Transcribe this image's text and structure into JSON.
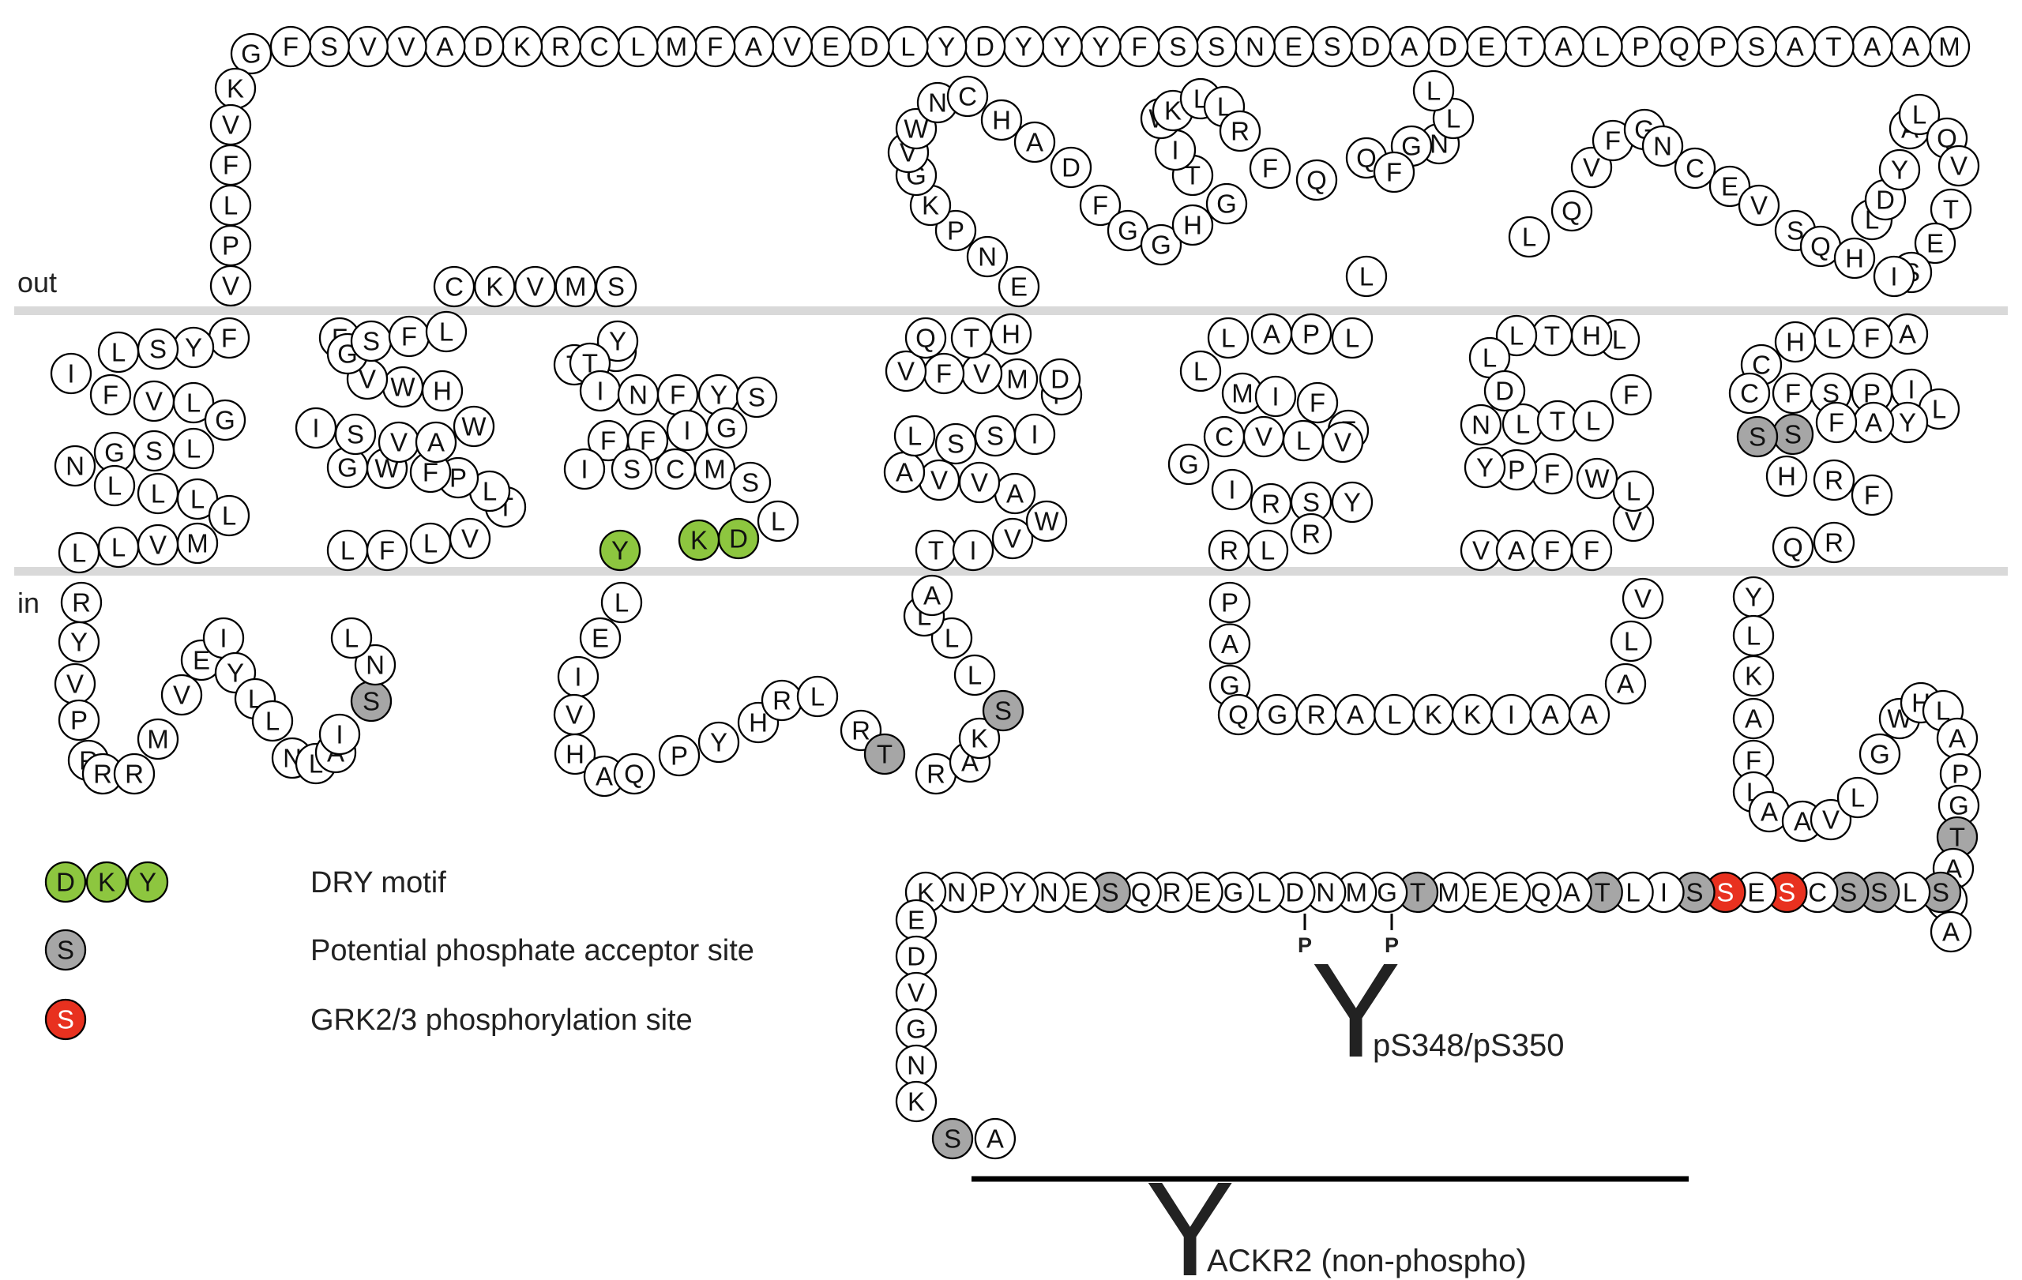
{
  "colors": {
    "background": "#ffffff",
    "residue_fill": "#ffffff",
    "dry_motif": "#8dc63f",
    "phosphate_acceptor": "#a6a6a6",
    "grk_site": "#e8311f",
    "membrane": "#d9d9d9",
    "stroke": "#000000"
  },
  "regions": {
    "out_label": "out",
    "in_label": "in"
  },
  "legend": {
    "dry_letters": [
      "D",
      "K",
      "Y"
    ],
    "dry_label": "DRY motif",
    "acceptor_letter": "S",
    "acceptor_label": "Potential phosphate acceptor site",
    "grk_letter": "S",
    "grk_label": "GRK2/3  phosphorylation site"
  },
  "annotations": {
    "phospho_mark": "P",
    "pS_symbol": "Y",
    "pS_label": "pS348/pS350",
    "ackr2_symbol": "Y",
    "ackr2_label": "ACKR2 (non-phospho)"
  },
  "residues": [
    {
      "aa": "M",
      "t": "n"
    },
    {
      "aa": "A",
      "t": "n"
    },
    {
      "aa": "A",
      "t": "n"
    },
    {
      "aa": "T",
      "t": "n"
    },
    {
      "aa": "A",
      "t": "n"
    },
    {
      "aa": "S",
      "t": "n"
    },
    {
      "aa": "P",
      "t": "n"
    },
    {
      "aa": "Q",
      "t": "n"
    },
    {
      "aa": "P",
      "t": "n"
    },
    {
      "aa": "L",
      "t": "n"
    },
    {
      "aa": "A",
      "t": "n"
    },
    {
      "aa": "T",
      "t": "n"
    },
    {
      "aa": "E",
      "t": "n"
    },
    {
      "aa": "D",
      "t": "n"
    },
    {
      "aa": "A",
      "t": "n"
    },
    {
      "aa": "D",
      "t": "n"
    },
    {
      "aa": "S",
      "t": "n"
    },
    {
      "aa": "E",
      "t": "n"
    },
    {
      "aa": "N",
      "t": "n"
    },
    {
      "aa": "S",
      "t": "n"
    },
    {
      "aa": "S",
      "t": "n"
    },
    {
      "aa": "F",
      "t": "n"
    },
    {
      "aa": "Y",
      "t": "n"
    },
    {
      "aa": "Y",
      "t": "n"
    },
    {
      "aa": "Y",
      "t": "n"
    },
    {
      "aa": "D",
      "t": "n"
    },
    {
      "aa": "Y",
      "t": "n"
    },
    {
      "aa": "L",
      "t": "n"
    },
    {
      "aa": "D",
      "t": "n"
    },
    {
      "aa": "E",
      "t": "n"
    },
    {
      "aa": "V",
      "t": "n"
    },
    {
      "aa": "A",
      "t": "n"
    },
    {
      "aa": "F",
      "t": "n"
    },
    {
      "aa": "M",
      "t": "n"
    },
    {
      "aa": "L",
      "t": "n"
    },
    {
      "aa": "C",
      "t": "n"
    },
    {
      "aa": "R",
      "t": "n"
    },
    {
      "aa": "K",
      "t": "n"
    },
    {
      "aa": "D",
      "t": "n"
    },
    {
      "aa": "A",
      "t": "n"
    },
    {
      "aa": "V",
      "t": "n"
    },
    {
      "aa": "V",
      "t": "n"
    },
    {
      "aa": "S",
      "t": "n"
    },
    {
      "aa": "F",
      "t": "n"
    },
    {
      "aa": "G",
      "t": "n"
    },
    {
      "aa": "K",
      "t": "n"
    },
    {
      "aa": "V",
      "t": "n"
    },
    {
      "aa": "F",
      "t": "n"
    },
    {
      "aa": "L",
      "t": "n"
    },
    {
      "aa": "P",
      "t": "n"
    },
    {
      "aa": "V",
      "t": "n"
    },
    {
      "aa": "F",
      "t": "n"
    },
    {
      "aa": "Y",
      "t": "n"
    },
    {
      "aa": "S",
      "t": "n"
    },
    {
      "aa": "L",
      "t": "n"
    },
    {
      "aa": "I",
      "t": "n"
    },
    {
      "aa": "F",
      "t": "n"
    },
    {
      "aa": "V",
      "t": "n"
    },
    {
      "aa": "L",
      "t": "n"
    },
    {
      "aa": "G",
      "t": "n"
    },
    {
      "aa": "L",
      "t": "n"
    },
    {
      "aa": "S",
      "t": "n"
    },
    {
      "aa": "G",
      "t": "n"
    },
    {
      "aa": "N",
      "t": "n"
    },
    {
      "aa": "L",
      "t": "n"
    },
    {
      "aa": "L",
      "t": "n"
    },
    {
      "aa": "L",
      "t": "n"
    },
    {
      "aa": "L",
      "t": "n"
    },
    {
      "aa": "M",
      "t": "n"
    },
    {
      "aa": "V",
      "t": "n"
    },
    {
      "aa": "L",
      "t": "n"
    },
    {
      "aa": "L",
      "t": "n"
    },
    {
      "aa": "R",
      "t": "n"
    },
    {
      "aa": "Y",
      "t": "n"
    },
    {
      "aa": "V",
      "t": "n"
    },
    {
      "aa": "P",
      "t": "n"
    },
    {
      "aa": "R",
      "t": "n"
    },
    {
      "aa": "R",
      "t": "n"
    },
    {
      "aa": "R",
      "t": "n"
    },
    {
      "aa": "M",
      "t": "n"
    },
    {
      "aa": "V",
      "t": "n"
    },
    {
      "aa": "E",
      "t": "n"
    },
    {
      "aa": "I",
      "t": "n"
    },
    {
      "aa": "Y",
      "t": "n"
    },
    {
      "aa": "L",
      "t": "n"
    },
    {
      "aa": "L",
      "t": "n"
    },
    {
      "aa": "N",
      "t": "n"
    },
    {
      "aa": "L",
      "t": "n"
    },
    {
      "aa": "A",
      "t": "n"
    },
    {
      "aa": "I",
      "t": "n"
    },
    {
      "aa": "S",
      "t": "p"
    },
    {
      "aa": "N",
      "t": "n"
    },
    {
      "aa": "L",
      "t": "n"
    },
    {
      "aa": "L",
      "t": "n"
    },
    {
      "aa": "F",
      "t": "n"
    },
    {
      "aa": "L",
      "t": "n"
    },
    {
      "aa": "V",
      "t": "n"
    },
    {
      "aa": "T",
      "t": "n"
    },
    {
      "aa": "L",
      "t": "n"
    },
    {
      "aa": "P",
      "t": "n"
    },
    {
      "aa": "F",
      "t": "n"
    },
    {
      "aa": "W",
      "t": "n"
    },
    {
      "aa": "G",
      "t": "n"
    },
    {
      "aa": "I",
      "t": "n"
    },
    {
      "aa": "S",
      "t": "n"
    },
    {
      "aa": "V",
      "t": "n"
    },
    {
      "aa": "A",
      "t": "n"
    },
    {
      "aa": "W",
      "t": "n"
    },
    {
      "aa": "H",
      "t": "n"
    },
    {
      "aa": "W",
      "t": "n"
    },
    {
      "aa": "V",
      "t": "n"
    },
    {
      "aa": "F",
      "t": "n"
    },
    {
      "aa": "G",
      "t": "n"
    },
    {
      "aa": "S",
      "t": "n"
    },
    {
      "aa": "F",
      "t": "n"
    },
    {
      "aa": "L",
      "t": "n"
    },
    {
      "aa": "C",
      "t": "n"
    },
    {
      "aa": "K",
      "t": "n"
    },
    {
      "aa": "V",
      "t": "n"
    },
    {
      "aa": "M",
      "t": "n"
    },
    {
      "aa": "S",
      "t": "n"
    },
    {
      "aa": "T",
      "t": "n"
    },
    {
      "aa": "L",
      "t": "n"
    },
    {
      "aa": "Y",
      "t": "n"
    },
    {
      "aa": "T",
      "t": "n"
    },
    {
      "aa": "I",
      "t": "n"
    },
    {
      "aa": "N",
      "t": "n"
    },
    {
      "aa": "F",
      "t": "n"
    },
    {
      "aa": "Y",
      "t": "n"
    },
    {
      "aa": "S",
      "t": "n"
    },
    {
      "aa": "G",
      "t": "n"
    },
    {
      "aa": "I",
      "t": "n"
    },
    {
      "aa": "F",
      "t": "n"
    },
    {
      "aa": "F",
      "t": "n"
    },
    {
      "aa": "I",
      "t": "n"
    },
    {
      "aa": "S",
      "t": "n"
    },
    {
      "aa": "C",
      "t": "n"
    },
    {
      "aa": "M",
      "t": "n"
    },
    {
      "aa": "S",
      "t": "n"
    },
    {
      "aa": "L",
      "t": "n"
    },
    {
      "aa": "D",
      "t": "g"
    },
    {
      "aa": "K",
      "t": "g"
    },
    {
      "aa": "Y",
      "t": "g"
    },
    {
      "aa": "L",
      "t": "n"
    },
    {
      "aa": "E",
      "t": "n"
    },
    {
      "aa": "I",
      "t": "n"
    },
    {
      "aa": "V",
      "t": "n"
    },
    {
      "aa": "H",
      "t": "n"
    },
    {
      "aa": "A",
      "t": "n"
    },
    {
      "aa": "Q",
      "t": "n"
    },
    {
      "aa": "P",
      "t": "n"
    },
    {
      "aa": "Y",
      "t": "n"
    },
    {
      "aa": "H",
      "t": "n"
    },
    {
      "aa": "R",
      "t": "n"
    },
    {
      "aa": "L",
      "t": "n"
    },
    {
      "aa": "R",
      "t": "n"
    },
    {
      "aa": "T",
      "t": "p"
    },
    {
      "aa": "R",
      "t": "n"
    },
    {
      "aa": "A",
      "t": "n"
    },
    {
      "aa": "K",
      "t": "n"
    },
    {
      "aa": "S",
      "t": "p"
    },
    {
      "aa": "L",
      "t": "n"
    },
    {
      "aa": "L",
      "t": "n"
    },
    {
      "aa": "L",
      "t": "n"
    },
    {
      "aa": "A",
      "t": "n"
    },
    {
      "aa": "T",
      "t": "n"
    },
    {
      "aa": "I",
      "t": "n"
    },
    {
      "aa": "V",
      "t": "n"
    },
    {
      "aa": "W",
      "t": "n"
    },
    {
      "aa": "A",
      "t": "n"
    },
    {
      "aa": "V",
      "t": "n"
    },
    {
      "aa": "V",
      "t": "n"
    },
    {
      "aa": "A",
      "t": "n"
    },
    {
      "aa": "L",
      "t": "n"
    },
    {
      "aa": "S",
      "t": "n"
    },
    {
      "aa": "S",
      "t": "n"
    },
    {
      "aa": "I",
      "t": "n"
    },
    {
      "aa": "P",
      "t": "n"
    },
    {
      "aa": "D",
      "t": "n"
    },
    {
      "aa": "M",
      "t": "n"
    },
    {
      "aa": "V",
      "t": "n"
    },
    {
      "aa": "F",
      "t": "n"
    },
    {
      "aa": "V",
      "t": "n"
    },
    {
      "aa": "Q",
      "t": "n"
    },
    {
      "aa": "T",
      "t": "n"
    },
    {
      "aa": "H",
      "t": "n"
    },
    {
      "aa": "E",
      "t": "n"
    },
    {
      "aa": "N",
      "t": "n"
    },
    {
      "aa": "P",
      "t": "n"
    },
    {
      "aa": "K",
      "t": "n"
    },
    {
      "aa": "G",
      "t": "n"
    },
    {
      "aa": "V",
      "t": "n"
    },
    {
      "aa": "W",
      "t": "n"
    },
    {
      "aa": "N",
      "t": "n"
    },
    {
      "aa": "C",
      "t": "n"
    },
    {
      "aa": "H",
      "t": "n"
    },
    {
      "aa": "A",
      "t": "n"
    },
    {
      "aa": "D",
      "t": "n"
    },
    {
      "aa": "F",
      "t": "n"
    },
    {
      "aa": "G",
      "t": "n"
    },
    {
      "aa": "G",
      "t": "n"
    },
    {
      "aa": "H",
      "t": "n"
    },
    {
      "aa": "G",
      "t": "n"
    },
    {
      "aa": "T",
      "t": "n"
    },
    {
      "aa": "I",
      "t": "n"
    },
    {
      "aa": "W",
      "t": "n"
    },
    {
      "aa": "K",
      "t": "n"
    },
    {
      "aa": "L",
      "t": "n"
    },
    {
      "aa": "L",
      "t": "n"
    },
    {
      "aa": "R",
      "t": "n"
    },
    {
      "aa": "F",
      "t": "n"
    },
    {
      "aa": "Q",
      "t": "n"
    },
    {
      "aa": "Q",
      "t": "n"
    },
    {
      "aa": "N",
      "t": "n"
    },
    {
      "aa": "L",
      "t": "n"
    },
    {
      "aa": "L",
      "t": "n"
    },
    {
      "aa": "G",
      "t": "n"
    },
    {
      "aa": "F",
      "t": "n"
    },
    {
      "aa": "L",
      "t": "n"
    },
    {
      "aa": "L",
      "t": "n"
    },
    {
      "aa": "P",
      "t": "n"
    },
    {
      "aa": "A",
      "t": "n"
    },
    {
      "aa": "L",
      "t": "n"
    },
    {
      "aa": "L",
      "t": "n"
    },
    {
      "aa": "M",
      "t": "n"
    },
    {
      "aa": "I",
      "t": "n"
    },
    {
      "aa": "F",
      "t": "n"
    },
    {
      "aa": "F",
      "t": "n"
    },
    {
      "aa": "Y",
      "t": "n"
    },
    {
      "aa": "S",
      "t": "n"
    },
    {
      "aa": "R",
      "t": "n"
    },
    {
      "aa": "I",
      "t": "n"
    },
    {
      "aa": "G",
      "t": "n"
    },
    {
      "aa": "C",
      "t": "n"
    },
    {
      "aa": "V",
      "t": "n"
    },
    {
      "aa": "L",
      "t": "n"
    },
    {
      "aa": "V",
      "t": "n"
    },
    {
      "aa": "R",
      "t": "n"
    },
    {
      "aa": "L",
      "t": "n"
    },
    {
      "aa": "R",
      "t": "n"
    },
    {
      "aa": "P",
      "t": "n"
    },
    {
      "aa": "A",
      "t": "n"
    },
    {
      "aa": "G",
      "t": "n"
    },
    {
      "aa": "Q",
      "t": "n"
    },
    {
      "aa": "G",
      "t": "n"
    },
    {
      "aa": "R",
      "t": "n"
    },
    {
      "aa": "A",
      "t": "n"
    },
    {
      "aa": "L",
      "t": "n"
    },
    {
      "aa": "K",
      "t": "n"
    },
    {
      "aa": "K",
      "t": "n"
    },
    {
      "aa": "I",
      "t": "n"
    },
    {
      "aa": "A",
      "t": "n"
    },
    {
      "aa": "A",
      "t": "n"
    },
    {
      "aa": "A",
      "t": "n"
    },
    {
      "aa": "L",
      "t": "n"
    },
    {
      "aa": "V",
      "t": "n"
    },
    {
      "aa": "V",
      "t": "n"
    },
    {
      "aa": "A",
      "t": "n"
    },
    {
      "aa": "F",
      "t": "n"
    },
    {
      "aa": "F",
      "t": "n"
    },
    {
      "aa": "V",
      "t": "n"
    },
    {
      "aa": "L",
      "t": "n"
    },
    {
      "aa": "W",
      "t": "n"
    },
    {
      "aa": "F",
      "t": "n"
    },
    {
      "aa": "P",
      "t": "n"
    },
    {
      "aa": "Y",
      "t": "n"
    },
    {
      "aa": "N",
      "t": "n"
    },
    {
      "aa": "L",
      "t": "n"
    },
    {
      "aa": "T",
      "t": "n"
    },
    {
      "aa": "L",
      "t": "n"
    },
    {
      "aa": "F",
      "t": "n"
    },
    {
      "aa": "L",
      "t": "n"
    },
    {
      "aa": "H",
      "t": "n"
    },
    {
      "aa": "T",
      "t": "n"
    },
    {
      "aa": "L",
      "t": "n"
    },
    {
      "aa": "L",
      "t": "n"
    },
    {
      "aa": "D",
      "t": "n"
    },
    {
      "aa": "L",
      "t": "n"
    },
    {
      "aa": "Q",
      "t": "n"
    },
    {
      "aa": "V",
      "t": "n"
    },
    {
      "aa": "F",
      "t": "n"
    },
    {
      "aa": "G",
      "t": "n"
    },
    {
      "aa": "N",
      "t": "n"
    },
    {
      "aa": "C",
      "t": "n"
    },
    {
      "aa": "E",
      "t": "n"
    },
    {
      "aa": "V",
      "t": "n"
    },
    {
      "aa": "S",
      "t": "n"
    },
    {
      "aa": "Q",
      "t": "n"
    },
    {
      "aa": "H",
      "t": "n"
    },
    {
      "aa": "L",
      "t": "n"
    },
    {
      "aa": "D",
      "t": "n"
    },
    {
      "aa": "Y",
      "t": "n"
    },
    {
      "aa": "A",
      "t": "n"
    },
    {
      "aa": "L",
      "t": "n"
    },
    {
      "aa": "Q",
      "t": "n"
    },
    {
      "aa": "V",
      "t": "n"
    },
    {
      "aa": "T",
      "t": "n"
    },
    {
      "aa": "E",
      "t": "n"
    },
    {
      "aa": "S",
      "t": "n"
    },
    {
      "aa": "I",
      "t": "n"
    },
    {
      "aa": "A",
      "t": "n"
    },
    {
      "aa": "F",
      "t": "n"
    },
    {
      "aa": "L",
      "t": "n"
    },
    {
      "aa": "H",
      "t": "n"
    },
    {
      "aa": "C",
      "t": "n"
    },
    {
      "aa": "C",
      "t": "n"
    },
    {
      "aa": "F",
      "t": "n"
    },
    {
      "aa": "S",
      "t": "n"
    },
    {
      "aa": "P",
      "t": "n"
    },
    {
      "aa": "I",
      "t": "n"
    },
    {
      "aa": "L",
      "t": "n"
    },
    {
      "aa": "Y",
      "t": "n"
    },
    {
      "aa": "A",
      "t": "n"
    },
    {
      "aa": "F",
      "t": "n"
    },
    {
      "aa": "S",
      "t": "p"
    },
    {
      "aa": "S",
      "t": "p"
    },
    {
      "aa": "H",
      "t": "n"
    },
    {
      "aa": "R",
      "t": "n"
    },
    {
      "aa": "F",
      "t": "n"
    },
    {
      "aa": "R",
      "t": "n"
    },
    {
      "aa": "Q",
      "t": "n"
    },
    {
      "aa": "Y",
      "t": "n"
    },
    {
      "aa": "L",
      "t": "n"
    },
    {
      "aa": "K",
      "t": "n"
    },
    {
      "aa": "A",
      "t": "n"
    },
    {
      "aa": "F",
      "t": "n"
    },
    {
      "aa": "L",
      "t": "n"
    },
    {
      "aa": "A",
      "t": "n"
    },
    {
      "aa": "A",
      "t": "n"
    },
    {
      "aa": "V",
      "t": "n"
    },
    {
      "aa": "L",
      "t": "n"
    },
    {
      "aa": "G",
      "t": "n"
    },
    {
      "aa": "W",
      "t": "n"
    },
    {
      "aa": "H",
      "t": "n"
    },
    {
      "aa": "L",
      "t": "n"
    },
    {
      "aa": "A",
      "t": "n"
    },
    {
      "aa": "P",
      "t": "n"
    },
    {
      "aa": "G",
      "t": "n"
    },
    {
      "aa": "T",
      "t": "p"
    },
    {
      "aa": "A",
      "t": "n"
    },
    {
      "aa": "Q",
      "t": "n"
    },
    {
      "aa": "A",
      "t": "n"
    },
    {
      "aa": "S",
      "t": "p"
    },
    {
      "aa": "L",
      "t": "n"
    },
    {
      "aa": "S",
      "t": "p"
    },
    {
      "aa": "S",
      "t": "p"
    },
    {
      "aa": "C",
      "t": "n"
    },
    {
      "aa": "S",
      "t": "r"
    },
    {
      "aa": "E",
      "t": "n"
    },
    {
      "aa": "S",
      "t": "r"
    },
    {
      "aa": "S",
      "t": "p"
    },
    {
      "aa": "I",
      "t": "n"
    },
    {
      "aa": "L",
      "t": "n"
    },
    {
      "aa": "T",
      "t": "p"
    },
    {
      "aa": "A",
      "t": "n"
    },
    {
      "aa": "Q",
      "t": "n"
    },
    {
      "aa": "E",
      "t": "n"
    },
    {
      "aa": "E",
      "t": "n"
    },
    {
      "aa": "M",
      "t": "n"
    },
    {
      "aa": "T",
      "t": "p"
    },
    {
      "aa": "G",
      "t": "n"
    },
    {
      "aa": "M",
      "t": "n"
    },
    {
      "aa": "N",
      "t": "n"
    },
    {
      "aa": "D",
      "t": "n"
    },
    {
      "aa": "L",
      "t": "n"
    },
    {
      "aa": "G",
      "t": "n"
    },
    {
      "aa": "E",
      "t": "n"
    },
    {
      "aa": "R",
      "t": "n"
    },
    {
      "aa": "Q",
      "t": "n"
    },
    {
      "aa": "S",
      "t": "p"
    },
    {
      "aa": "E",
      "t": "n"
    },
    {
      "aa": "N",
      "t": "n"
    },
    {
      "aa": "Y",
      "t": "n"
    },
    {
      "aa": "P",
      "t": "n"
    },
    {
      "aa": "N",
      "t": "n"
    },
    {
      "aa": "K",
      "t": "n"
    },
    {
      "aa": "E",
      "t": "n"
    },
    {
      "aa": "D",
      "t": "n"
    },
    {
      "aa": "V",
      "t": "n"
    },
    {
      "aa": "G",
      "t": "n"
    },
    {
      "aa": "N",
      "t": "n"
    },
    {
      "aa": "K",
      "t": "n"
    },
    {
      "aa": "S",
      "t": "p"
    },
    {
      "aa": "A",
      "t": "n"
    }
  ]
}
